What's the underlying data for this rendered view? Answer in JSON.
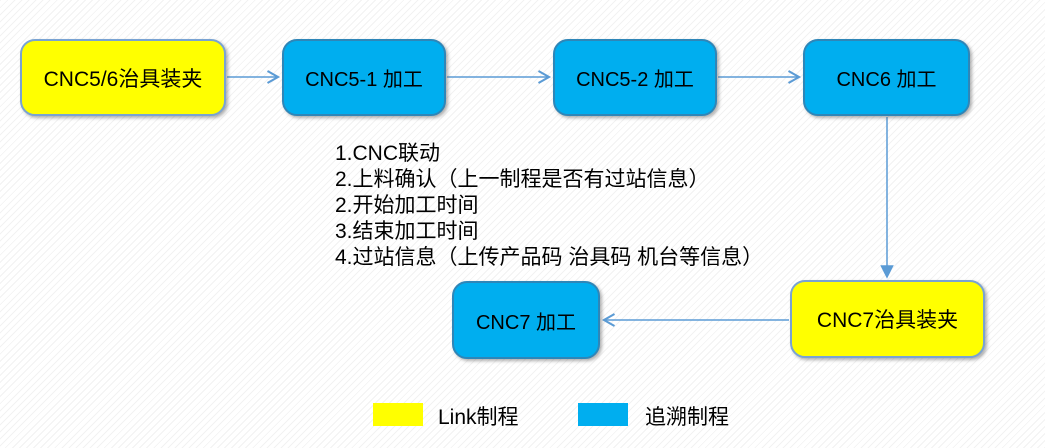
{
  "diagram": {
    "nodes": [
      {
        "id": "cnc56-fixture",
        "label": "CNC5/6治具装夹",
        "type": "link"
      },
      {
        "id": "cnc51",
        "label": "CNC5-1 加工",
        "type": "trace"
      },
      {
        "id": "cnc52",
        "label": "CNC5-2 加工",
        "type": "trace"
      },
      {
        "id": "cnc6",
        "label": "CNC6 加工",
        "type": "trace"
      },
      {
        "id": "cnc7",
        "label": "CNC7 加工",
        "type": "trace"
      },
      {
        "id": "cnc7-fixture",
        "label": "CNC7治具装夹",
        "type": "link"
      }
    ],
    "edges": [
      {
        "from": "cnc56-fixture",
        "to": "cnc51"
      },
      {
        "from": "cnc51",
        "to": "cnc52"
      },
      {
        "from": "cnc52",
        "to": "cnc6"
      },
      {
        "from": "cnc6",
        "to": "cnc7-fixture"
      },
      {
        "from": "cnc7-fixture",
        "to": "cnc7"
      }
    ],
    "notes": [
      "1.CNC联动",
      "2.上料确认（上一制程是否有过站信息）",
      "2.开始加工时间",
      "3.结束加工时间",
      "4.过站信息（上传产品码 治具码 机台等信息）"
    ],
    "legend": [
      {
        "label": "Link制程",
        "color": "#FFFF00"
      },
      {
        "label": "追溯制程",
        "color": "#00AEEF"
      }
    ],
    "colors": {
      "link_fill": "#FFFF00",
      "trace_fill": "#00AEEF",
      "arrow": "#5B9BD5"
    }
  }
}
